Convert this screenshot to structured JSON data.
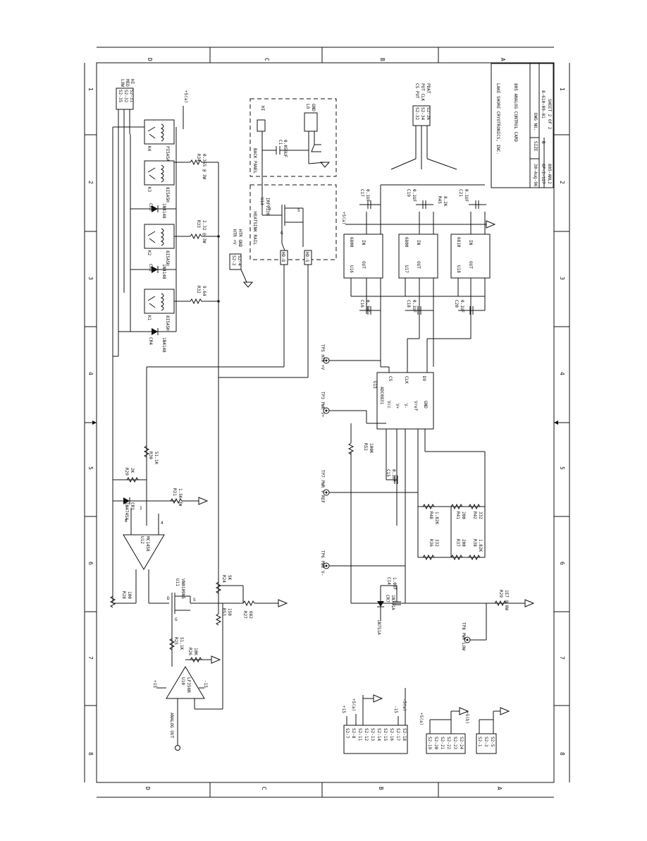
{
  "border": {
    "cols_top": [
      "D",
      "C",
      "B",
      "A"
    ],
    "cols_bottom": [
      "D",
      "C",
      "B",
      "A"
    ],
    "rows_left": [
      "1",
      "2",
      "3",
      "4",
      "5",
      "6",
      "7",
      "8"
    ],
    "rows_right": [
      "1",
      "2",
      "3",
      "4",
      "5",
      "6",
      "7",
      "8"
    ]
  },
  "title_block": {
    "company": "LAKE SHORE CRYOTRONICS, INC.",
    "title": "805 ANALOG CONTROL CARD",
    "size_label": "SIZE",
    "size_value": "B",
    "dwg_label": "DWG NO.",
    "dwg_value": "8-610-09-01",
    "sheet": "SHEET 2 OF 2",
    "date": "30-Aug-96",
    "file": "6P-2-127",
    "rev": "805-ANL2"
  },
  "relays": [
    {
      "ref": "K4",
      "part": "PI5A5A"
    },
    {
      "ref": "K3",
      "part": "8I5A5H"
    },
    {
      "ref": "K2",
      "part": "8I5A5H"
    },
    {
      "ref": "K1",
      "part": "8I5A5H"
    }
  ],
  "relay_connector": {
    "pins": [
      "S2-35",
      "S2-32",
      "S2-31"
    ],
    "labels": [
      "LOW",
      "MED",
      "HI"
    ]
  },
  "diodes": [
    {
      "ref": "CR6",
      "part": "1N4148"
    },
    {
      "ref": "CR5",
      "part": "1N4148"
    },
    {
      "ref": "CR4",
      "part": "1N4148"
    },
    {
      "ref": "CR3",
      "part": "1N4745A"
    },
    {
      "ref": "CR7",
      "part": "1N751A"
    }
  ],
  "resistors": {
    "r34": {
      "ref": "R34",
      "val": "0.365 @ 3W"
    },
    "r33": {
      "ref": "R33",
      "val": "2.32 @ 3W"
    },
    "r32": {
      "ref": "R32",
      "val": "9.64"
    },
    "r30": {
      "ref": "R30",
      "val": "51.1K"
    },
    "r29": {
      "ref": "R29",
      "val": "2K"
    },
    "r31": {
      "ref": "R31",
      "val": "1.5K\n3W"
    },
    "r28": {
      "ref": "R28",
      "val": "100"
    },
    "r25": {
      "ref": "R25",
      "val": "51.1K"
    },
    "r26": {
      "ref": "R26",
      "val": "10K"
    },
    "r24": {
      "ref": "R24",
      "val": "5K"
    },
    "r53": {
      "ref": "R53",
      "val": "150"
    },
    "r27": {
      "ref": "R27",
      "val": "682"
    },
    "r52": {
      "ref": "R52",
      "val": "100K"
    },
    "r48": {
      "ref": "R48",
      "val": "1.82K"
    },
    "r41": {
      "ref": "R41",
      "val": "200"
    },
    "r42": {
      "ref": "R42",
      "val": "332"
    },
    "r36": {
      "ref": "R36",
      "val": "332"
    },
    "r37": {
      "ref": "R37",
      "val": "200"
    },
    "r38": {
      "ref": "R38",
      "val": "1.82K"
    },
    "r45": {
      "ref": "R45",
      "val": "8.2K"
    },
    "r29b": {
      "ref": "R29",
      "val": "1E7 @ 6W"
    }
  },
  "capacitors": {
    "c1": {
      "ref": "C1",
      "val": "0.056UF"
    },
    "c17": {
      "ref": "C17",
      "val": "0.1UF"
    },
    "c19": {
      "ref": "C19",
      "val": "0.1UF"
    },
    "c21": {
      "ref": "C21",
      "val": "0.1UF"
    },
    "c16": {
      "ref": "C16",
      "val": "0.1UF"
    },
    "c18": {
      "ref": "C18",
      "val": "0.1UF"
    },
    "c20": {
      "ref": "C20",
      "val": "0.1UF"
    },
    "c15": {
      "ref": "C15",
      "val": "0.1UF"
    },
    "c14": {
      "ref": "C14",
      "val": "1.0UF"
    }
  },
  "ics": {
    "u16": {
      "ref": "U16",
      "part": "6800",
      "in": "IN",
      "out": "OUT"
    },
    "u17": {
      "ref": "U17",
      "part": "6800",
      "in": "IN",
      "out": "OUT"
    },
    "u18": {
      "ref": "U18",
      "part": "6810",
      "in": "IN",
      "out": "OUT"
    },
    "u15": {
      "ref": "U15",
      "part": "ADC0831",
      "pins": [
        "Vcc",
        "V+",
        "V-",
        "Vref",
        "GND",
        "CS",
        "CLK",
        "DO"
      ]
    },
    "u12": {
      "ref": "U12",
      "part": "MC1458"
    },
    "u11": {
      "ref": "U11",
      "part": "VN0109N5"
    },
    "u10": {
      "ref": "U10",
      "part": "LF356N"
    },
    "u13": {
      "ref": "U13",
      "part": "IRF9130"
    }
  },
  "panels": {
    "back_panel": "BACK PANEL",
    "heatsink": "HEATSINK RAIL",
    "hi": "HI",
    "lo": "LO",
    "gnd": "GND"
  },
  "connectors": {
    "top_right": [
      {
        "pin": "S2-32",
        "label": "CS POT"
      },
      {
        "pin": "S2-34",
        "label": "POT CLK"
      },
      {
        "pin": "S2-36",
        "label": "PDAT"
      }
    ],
    "htr": [
      {
        "pin": "S2-2",
        "label": "HTR +V"
      },
      {
        "pin": "S2-4",
        "label": "HTR GND"
      }
    ],
    "heatsink_pins": [
      "HD-D",
      "HD-S"
    ],
    "back_pins": [
      "HI",
      "LO",
      "GND"
    ]
  },
  "test_points": [
    {
      "id": "TP5",
      "label": "TP5 HTR +V"
    },
    {
      "id": "TP3",
      "label": "TP3 PWR V+"
    },
    {
      "id": "TP7",
      "label": "TP7 PWR V REF"
    },
    {
      "id": "TP6",
      "label": "TP6 PWR V-"
    },
    {
      "id": "TP8",
      "label": "TP8 PWR LOW"
    }
  ],
  "power_labels": {
    "p5a": "+5(a)",
    "p15": "+15",
    "m15": "-15",
    "p5b": "+5(b)",
    "m5a": "-5(a)",
    "analog_out": "ANALOG OUT"
  },
  "bottom_connectors": {
    "group1": [
      "S2-7",
      "S2-8",
      "S2-11",
      "S2-12",
      "S2-13",
      "S2-14",
      "S2-15",
      "S2-16",
      "S2-17",
      "S2-18"
    ],
    "group1_labels": [
      "+15",
      "+5(a)",
      "-15",
      "-5(a)"
    ],
    "group2": [
      "S2-19",
      "S2-20",
      "S2-21",
      "S2-22",
      "S2-23",
      "S2-24"
    ],
    "group2_labels": [
      "+5(a)"
    ],
    "group3": [
      "S2-1",
      "S2-3",
      "S2-5"
    ],
    "group3_labels": [
      "+5(b)"
    ]
  }
}
